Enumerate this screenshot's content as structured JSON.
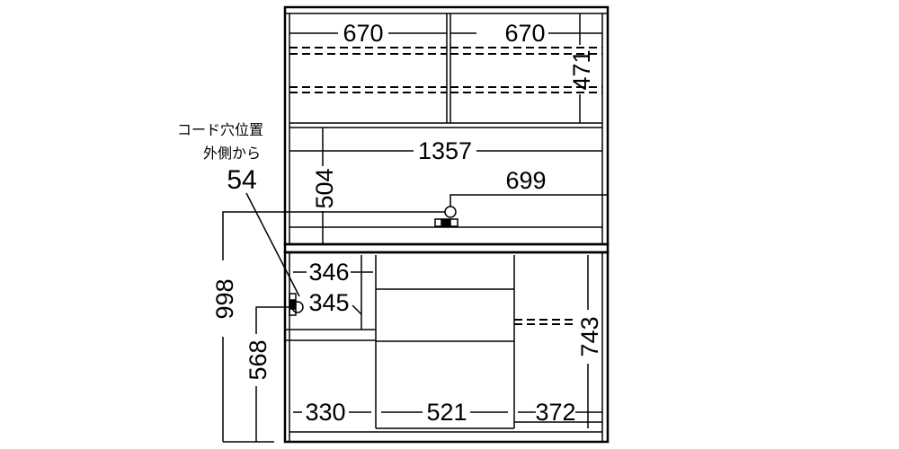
{
  "annotation": {
    "line1": "コード穴位置",
    "line2": "外側から",
    "value": "54"
  },
  "dimensions": {
    "upper_left_width": "670",
    "upper_right_width": "670",
    "upper_shelf_height": "471",
    "inner_width": "1357",
    "opening_height": "504",
    "cord_hole_from_right": "699",
    "lower_left_width": "346",
    "lower_left_height": "345",
    "total_height_to_cord": "998",
    "cord_hole_height": "568",
    "right_height": "743",
    "bottom_left_width": "330",
    "bottom_center_width": "521",
    "bottom_right_width": "372"
  }
}
